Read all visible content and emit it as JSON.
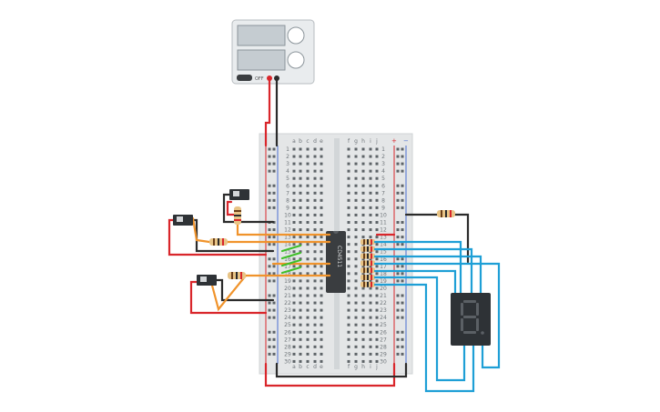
{
  "breadboard": {
    "columns_left": [
      "a",
      "b",
      "c",
      "d",
      "e"
    ],
    "columns_right": [
      "f",
      "g",
      "h",
      "i",
      "j"
    ],
    "row_count": 30,
    "rail_plus": "+",
    "rail_minus": "−"
  },
  "chip": {
    "label": "CD4511"
  },
  "power_supply": {
    "switch_label": "OFF"
  },
  "colors": {
    "wire_red": "#d9262b",
    "wire_black": "#2b2b2b",
    "wire_orange": "#f0932b",
    "wire_green": "#3fbf2a",
    "wire_blue": "#1e9fd6",
    "display_body": "#2e3236",
    "segment_off": "#5b6065"
  },
  "icons": [
    "power-supply-icon",
    "switch-icon",
    "resistor-icon",
    "ic-chip-icon",
    "seven-segment-icon"
  ]
}
